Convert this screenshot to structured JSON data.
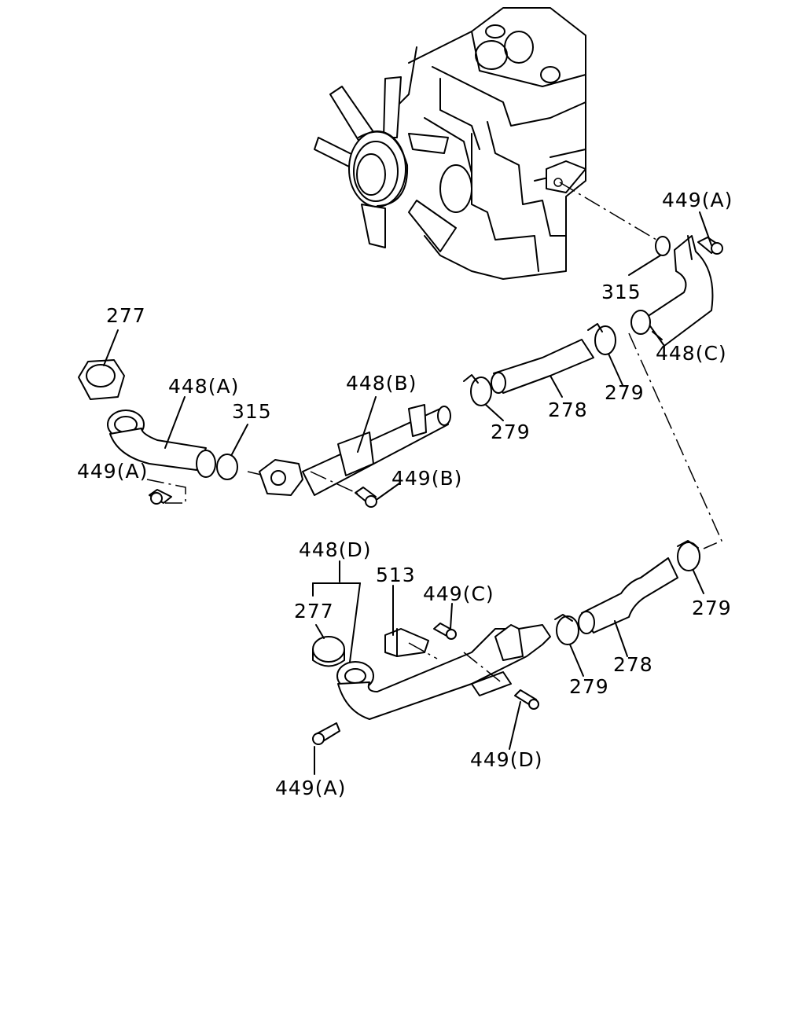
{
  "labels": {
    "l_449a_top": "449(A)",
    "l_315_right": "315",
    "l_448c": "448(C)",
    "l_279_upper_right": "279",
    "l_278_upper": "278",
    "l_279_upper_mid": "279",
    "l_277_top": "277",
    "l_448a": "448(A)",
    "l_315_left": "315",
    "l_448b": "448(B)",
    "l_449a_left": "449(A)",
    "l_449b": "449(B)",
    "l_448d": "448(D)",
    "l_513": "513",
    "l_449c": "449(C)",
    "l_277_lower": "277",
    "l_279_lower_right": "279",
    "l_278_lower": "278",
    "l_279_lower_mid": "279",
    "l_449d": "449(D)",
    "l_449a_bottom": "449(A)"
  }
}
